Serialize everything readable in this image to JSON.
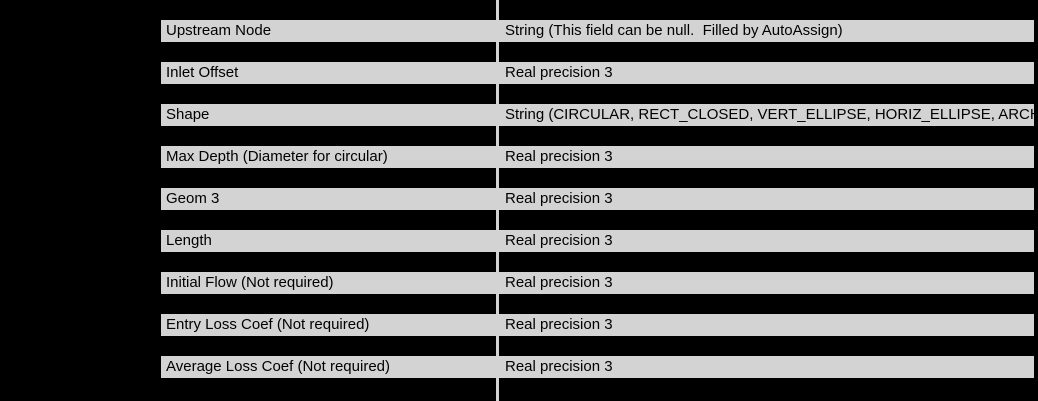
{
  "colors": {
    "background": "#000000",
    "row_fill": "#d3d3d3",
    "gridline": "#d3d3d3",
    "text": "#000000"
  },
  "table": {
    "rows": [
      {
        "label": "Upstream Node",
        "type": "String (This field can be null.  Filled by AutoAssign)"
      },
      {
        "label": "Inlet Offset",
        "type": "Real precision 3"
      },
      {
        "label": "Shape",
        "type": "String (CIRCULAR, RECT_CLOSED, VERT_ELLIPSE, HORIZ_ELLIPSE, ARCH...)"
      },
      {
        "label": "Max Depth (Diameter for circular)",
        "type": "Real precision 3"
      },
      {
        "label": "Geom 3",
        "type": "Real precision 3"
      },
      {
        "label": "Length",
        "type": "Real precision 3"
      },
      {
        "label": "Initial Flow (Not required)",
        "type": "Real precision 3"
      },
      {
        "label": "Entry Loss Coef (Not required)",
        "type": "Real precision 3"
      },
      {
        "label": "Average Loss Coef (Not required)",
        "type": "Real precision 3"
      }
    ]
  }
}
